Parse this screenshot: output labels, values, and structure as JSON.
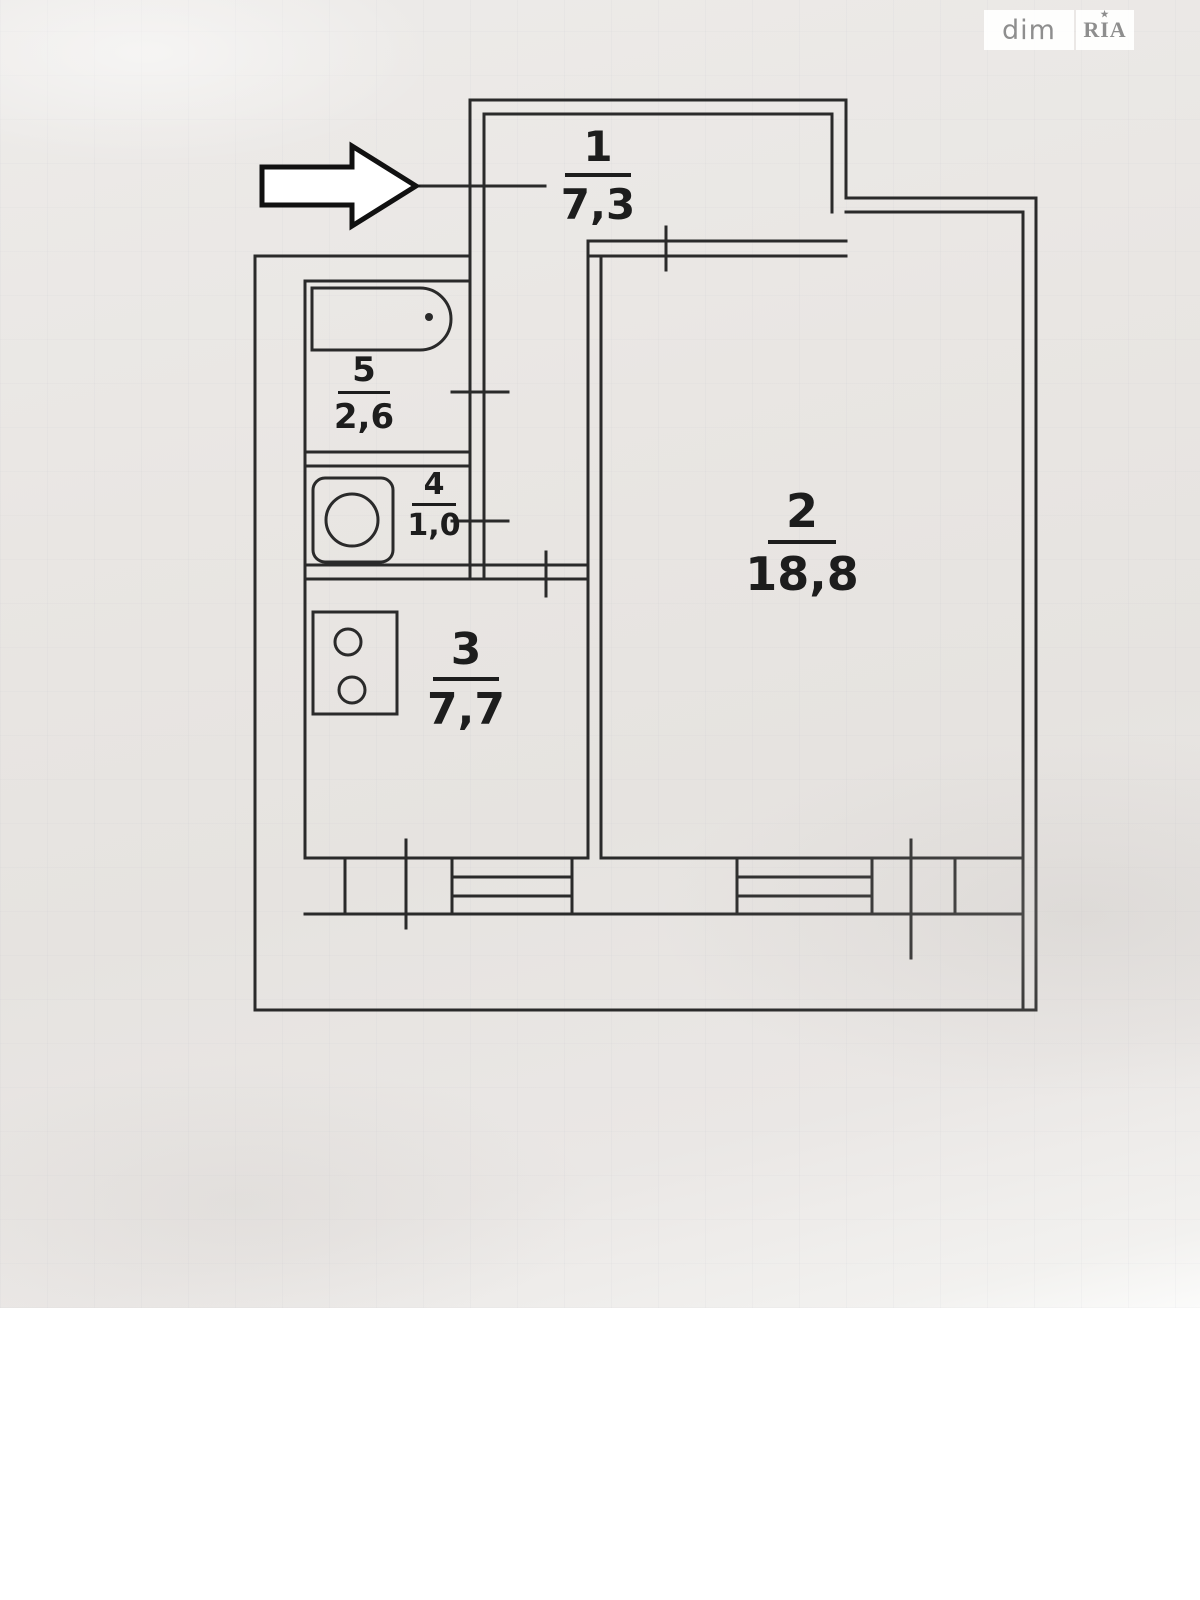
{
  "watermark": {
    "dim": "dim",
    "ria": "RIA",
    "star": "★"
  },
  "plan": {
    "rooms": [
      {
        "number": "1",
        "area": "7,3"
      },
      {
        "number": "2",
        "area": "18,8"
      },
      {
        "number": "3",
        "area": "7,7"
      },
      {
        "number": "4",
        "area": "1,0"
      },
      {
        "number": "5",
        "area": "2,6"
      }
    ]
  }
}
